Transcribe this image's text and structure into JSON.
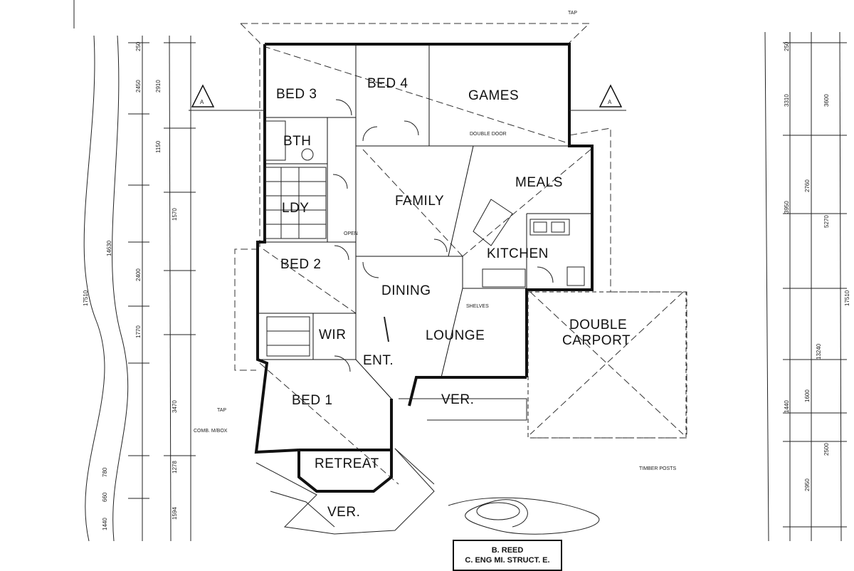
{
  "rooms": {
    "bed3": "BED 3",
    "bed4": "BED 4",
    "games": "GAMES",
    "bth": "BTH",
    "ldy": "LDY",
    "family": "FAMILY",
    "meals": "MEALS",
    "kitchen": "KITCHEN",
    "bed2": "BED 2",
    "dining": "DINING",
    "wir": "WIR",
    "lounge": "LOUNGE",
    "double_carport": [
      "DOUBLE",
      "CARPORT"
    ],
    "ent": "ENT.",
    "bed1": "BED 1",
    "ver_front": "VER.",
    "retreat": "RETREAT",
    "ver_bottom": "VER."
  },
  "notes": {
    "open": "OPEN",
    "shelves": "SHELVES",
    "tap_top": "TAP",
    "tap_left": "TAP",
    "comb_mbox": "COMB. M/BOX",
    "double_door": "DOUBLE DOOR",
    "timber_posts": "TIMBER POSTS",
    "section_a": "A"
  },
  "dimensions": {
    "left_outer": "17510",
    "left_inner": "14630",
    "right_outer": "17510",
    "right_inner": "13240",
    "left_ticks": [
      "250",
      "2450",
      "2910",
      "1150",
      "1570",
      "2400",
      "1770",
      "3470",
      "1278",
      "1594"
    ],
    "right_ticks": [
      "250",
      "3310",
      "3600",
      "2760",
      "3950",
      "5270",
      "2950",
      "1440",
      "1600",
      "2500"
    ],
    "left_bottom": [
      "1440",
      "660",
      "780"
    ]
  },
  "title_block": {
    "line1": "B. REED",
    "line2": "C. ENG MI. STRUCT. E."
  }
}
